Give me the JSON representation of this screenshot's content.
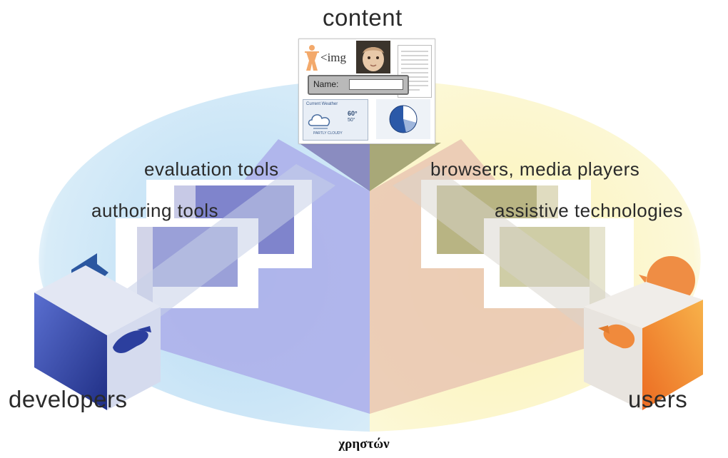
{
  "labels": {
    "content": "content",
    "evaluation_tools": "evaluation tools",
    "authoring_tools": "authoring tools",
    "browsers_media_players": "browsers, media players",
    "assistive_technologies": "assistive technologies",
    "developers": "developers",
    "users": "users"
  },
  "content_collage": {
    "img_tag": "<img",
    "name_label": "Name:",
    "weather_title": "Current Weather",
    "temp_high": "60°",
    "temp_low": "50°",
    "weather_condition": "PARTLY CLOUDY"
  },
  "caption": "χρηστών",
  "colors": {
    "left_ellipse": "#cfe6f7",
    "right_ellipse": "#fbf6c9",
    "left_wedge": "#a9aee9",
    "right_wedge": "#e8c8b4",
    "developer_blue": "#3a4aa6",
    "user_orange": "#f08a3c"
  }
}
